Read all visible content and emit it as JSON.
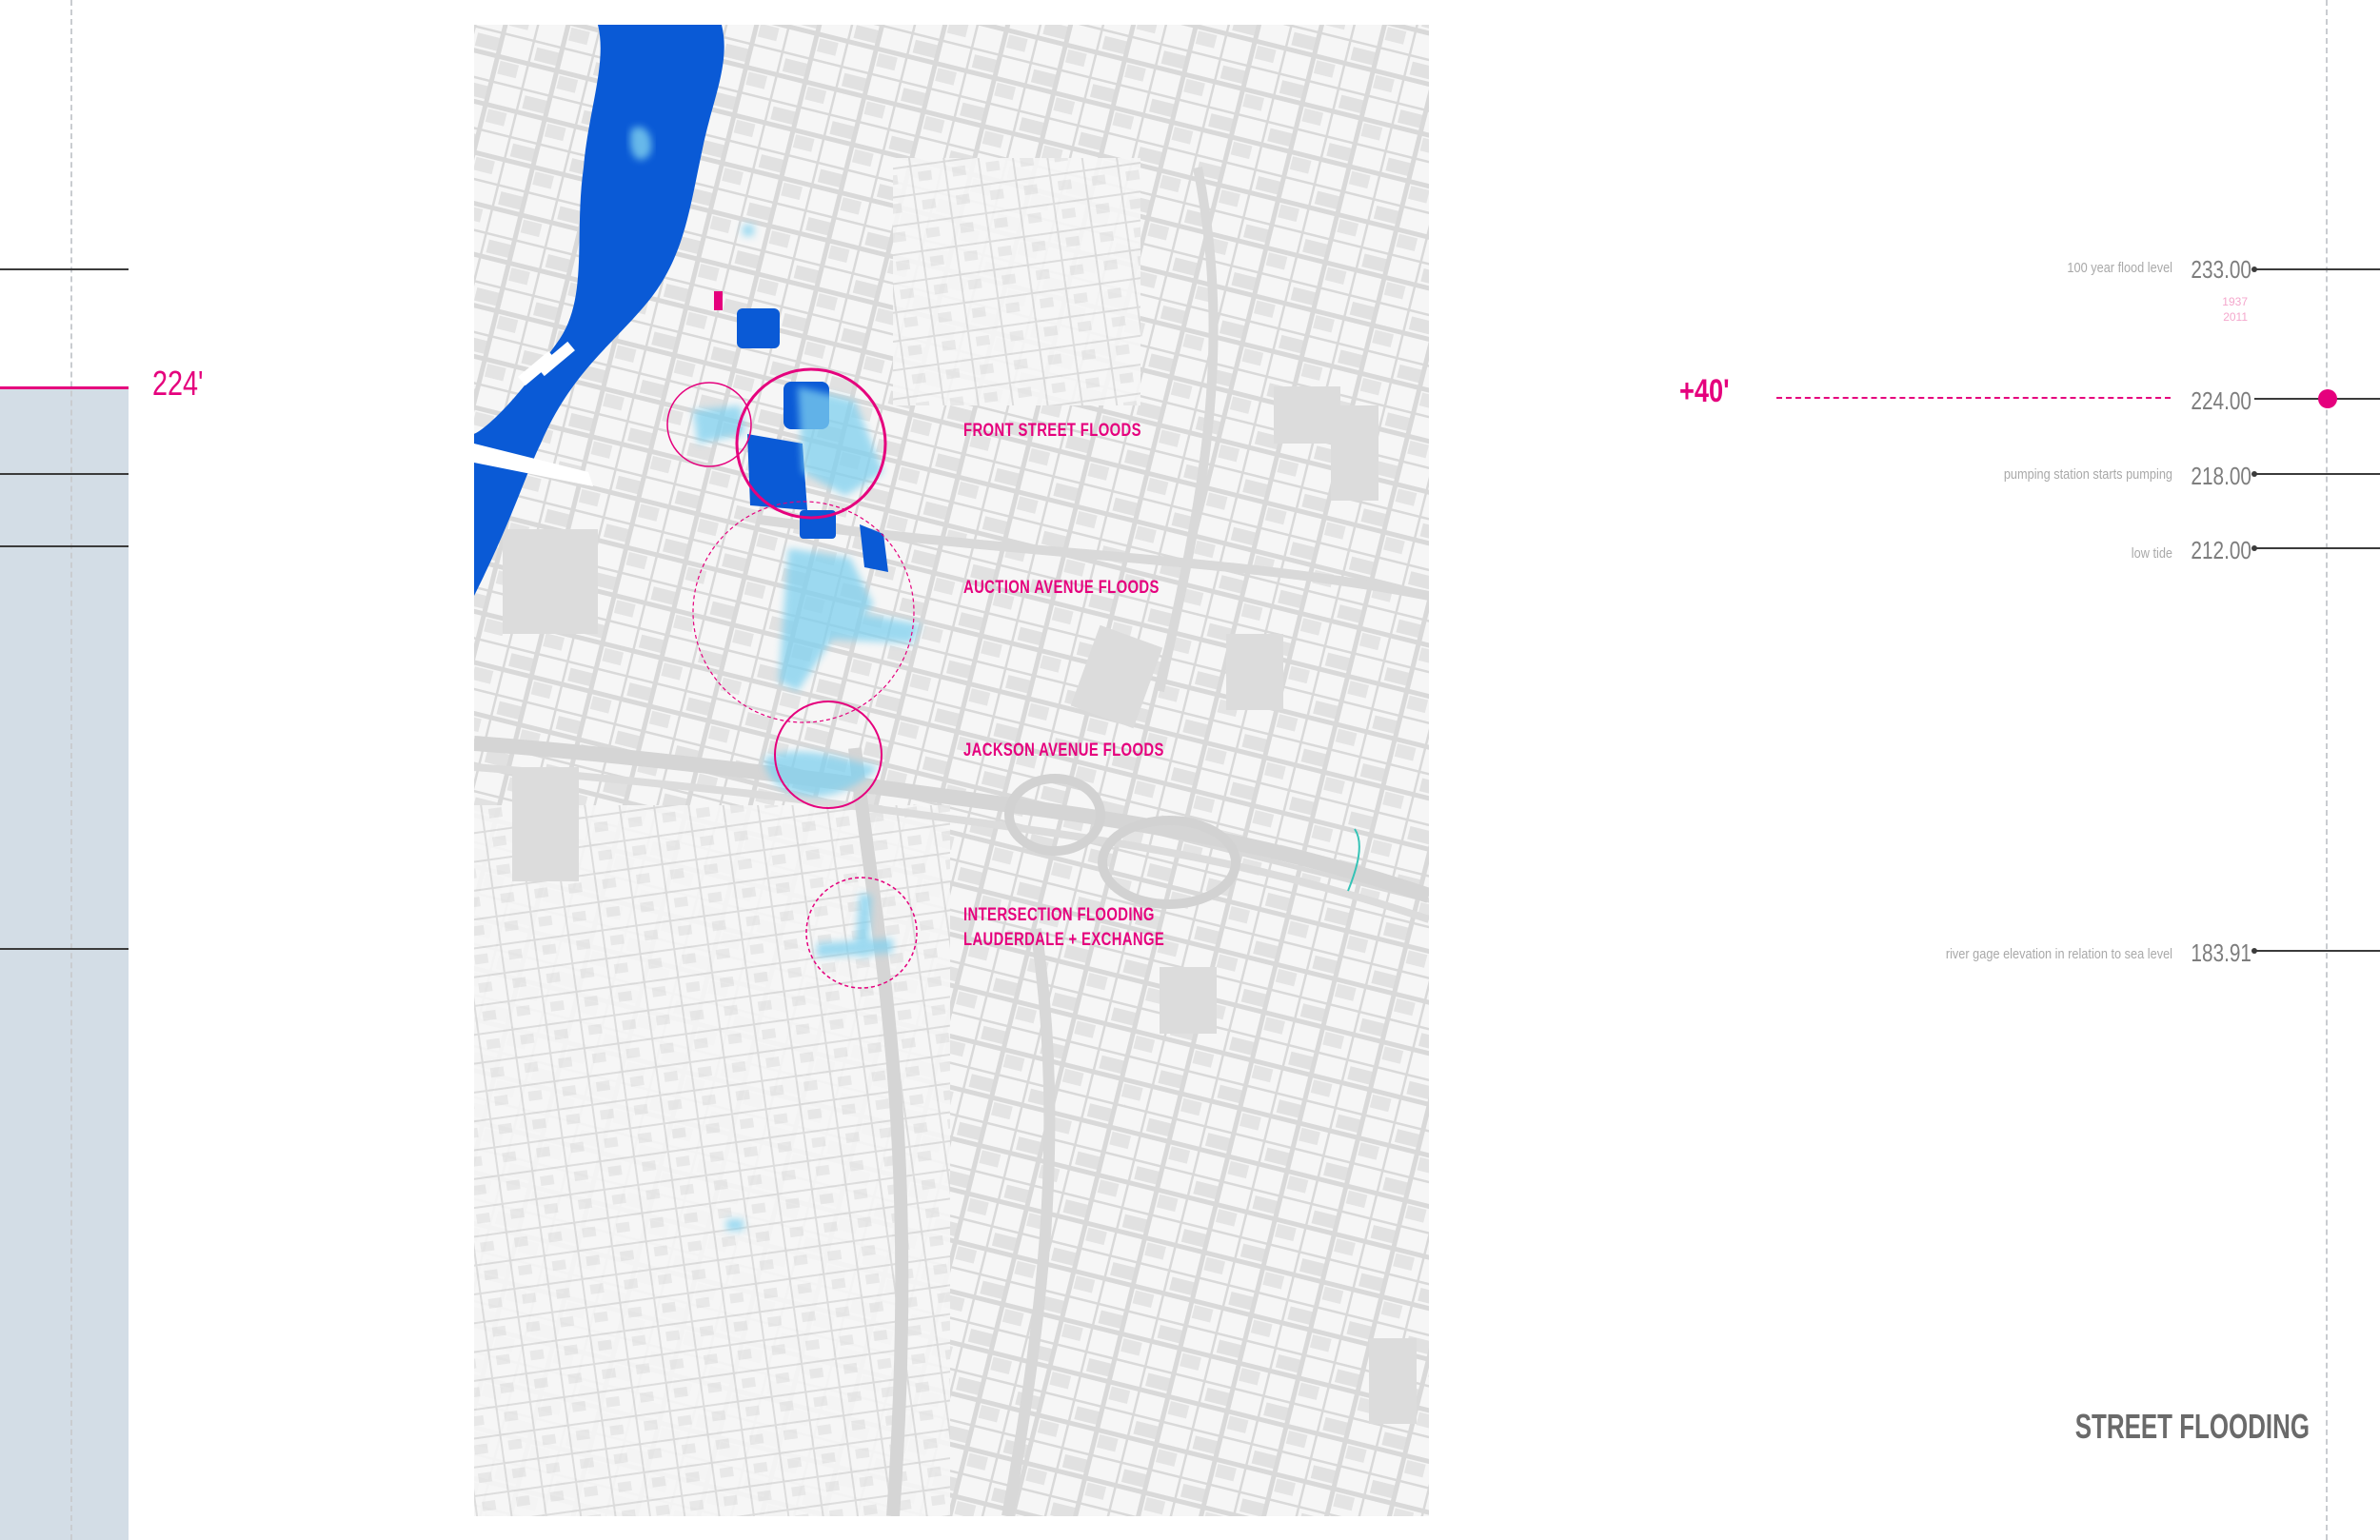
{
  "gauge": {
    "current_level": "224'",
    "rise": "+40'"
  },
  "elevations": [
    {
      "label": "100 year flood level",
      "value": "233.00",
      "years": [
        "1937",
        "2011"
      ]
    },
    {
      "label": "",
      "value": "224.00"
    },
    {
      "label": "pumping station starts pumping",
      "value": "218.00"
    },
    {
      "label": "low tide",
      "value": "212.00"
    },
    {
      "label": "river gage elevation in relation to sea level",
      "value": "183.91"
    }
  ],
  "flood_zones": [
    {
      "name": "FRONT STREET FLOODS"
    },
    {
      "name": "AUCTION AVENUE FLOODS"
    },
    {
      "name": "JACKSON AVENUE FLOODS"
    },
    {
      "name": "INTERSECTION FLOODING",
      "sub": "LAUDERDALE + EXCHANGE"
    }
  ],
  "title": "STREET FLOODING",
  "colors": {
    "accent": "#e5007d",
    "river": "#0a5ad6",
    "flood_light": "#7fd0ef",
    "streets": "#d9d9d9",
    "buildings": "#dcdcdc",
    "gauge_panel": "#d3dde6"
  }
}
